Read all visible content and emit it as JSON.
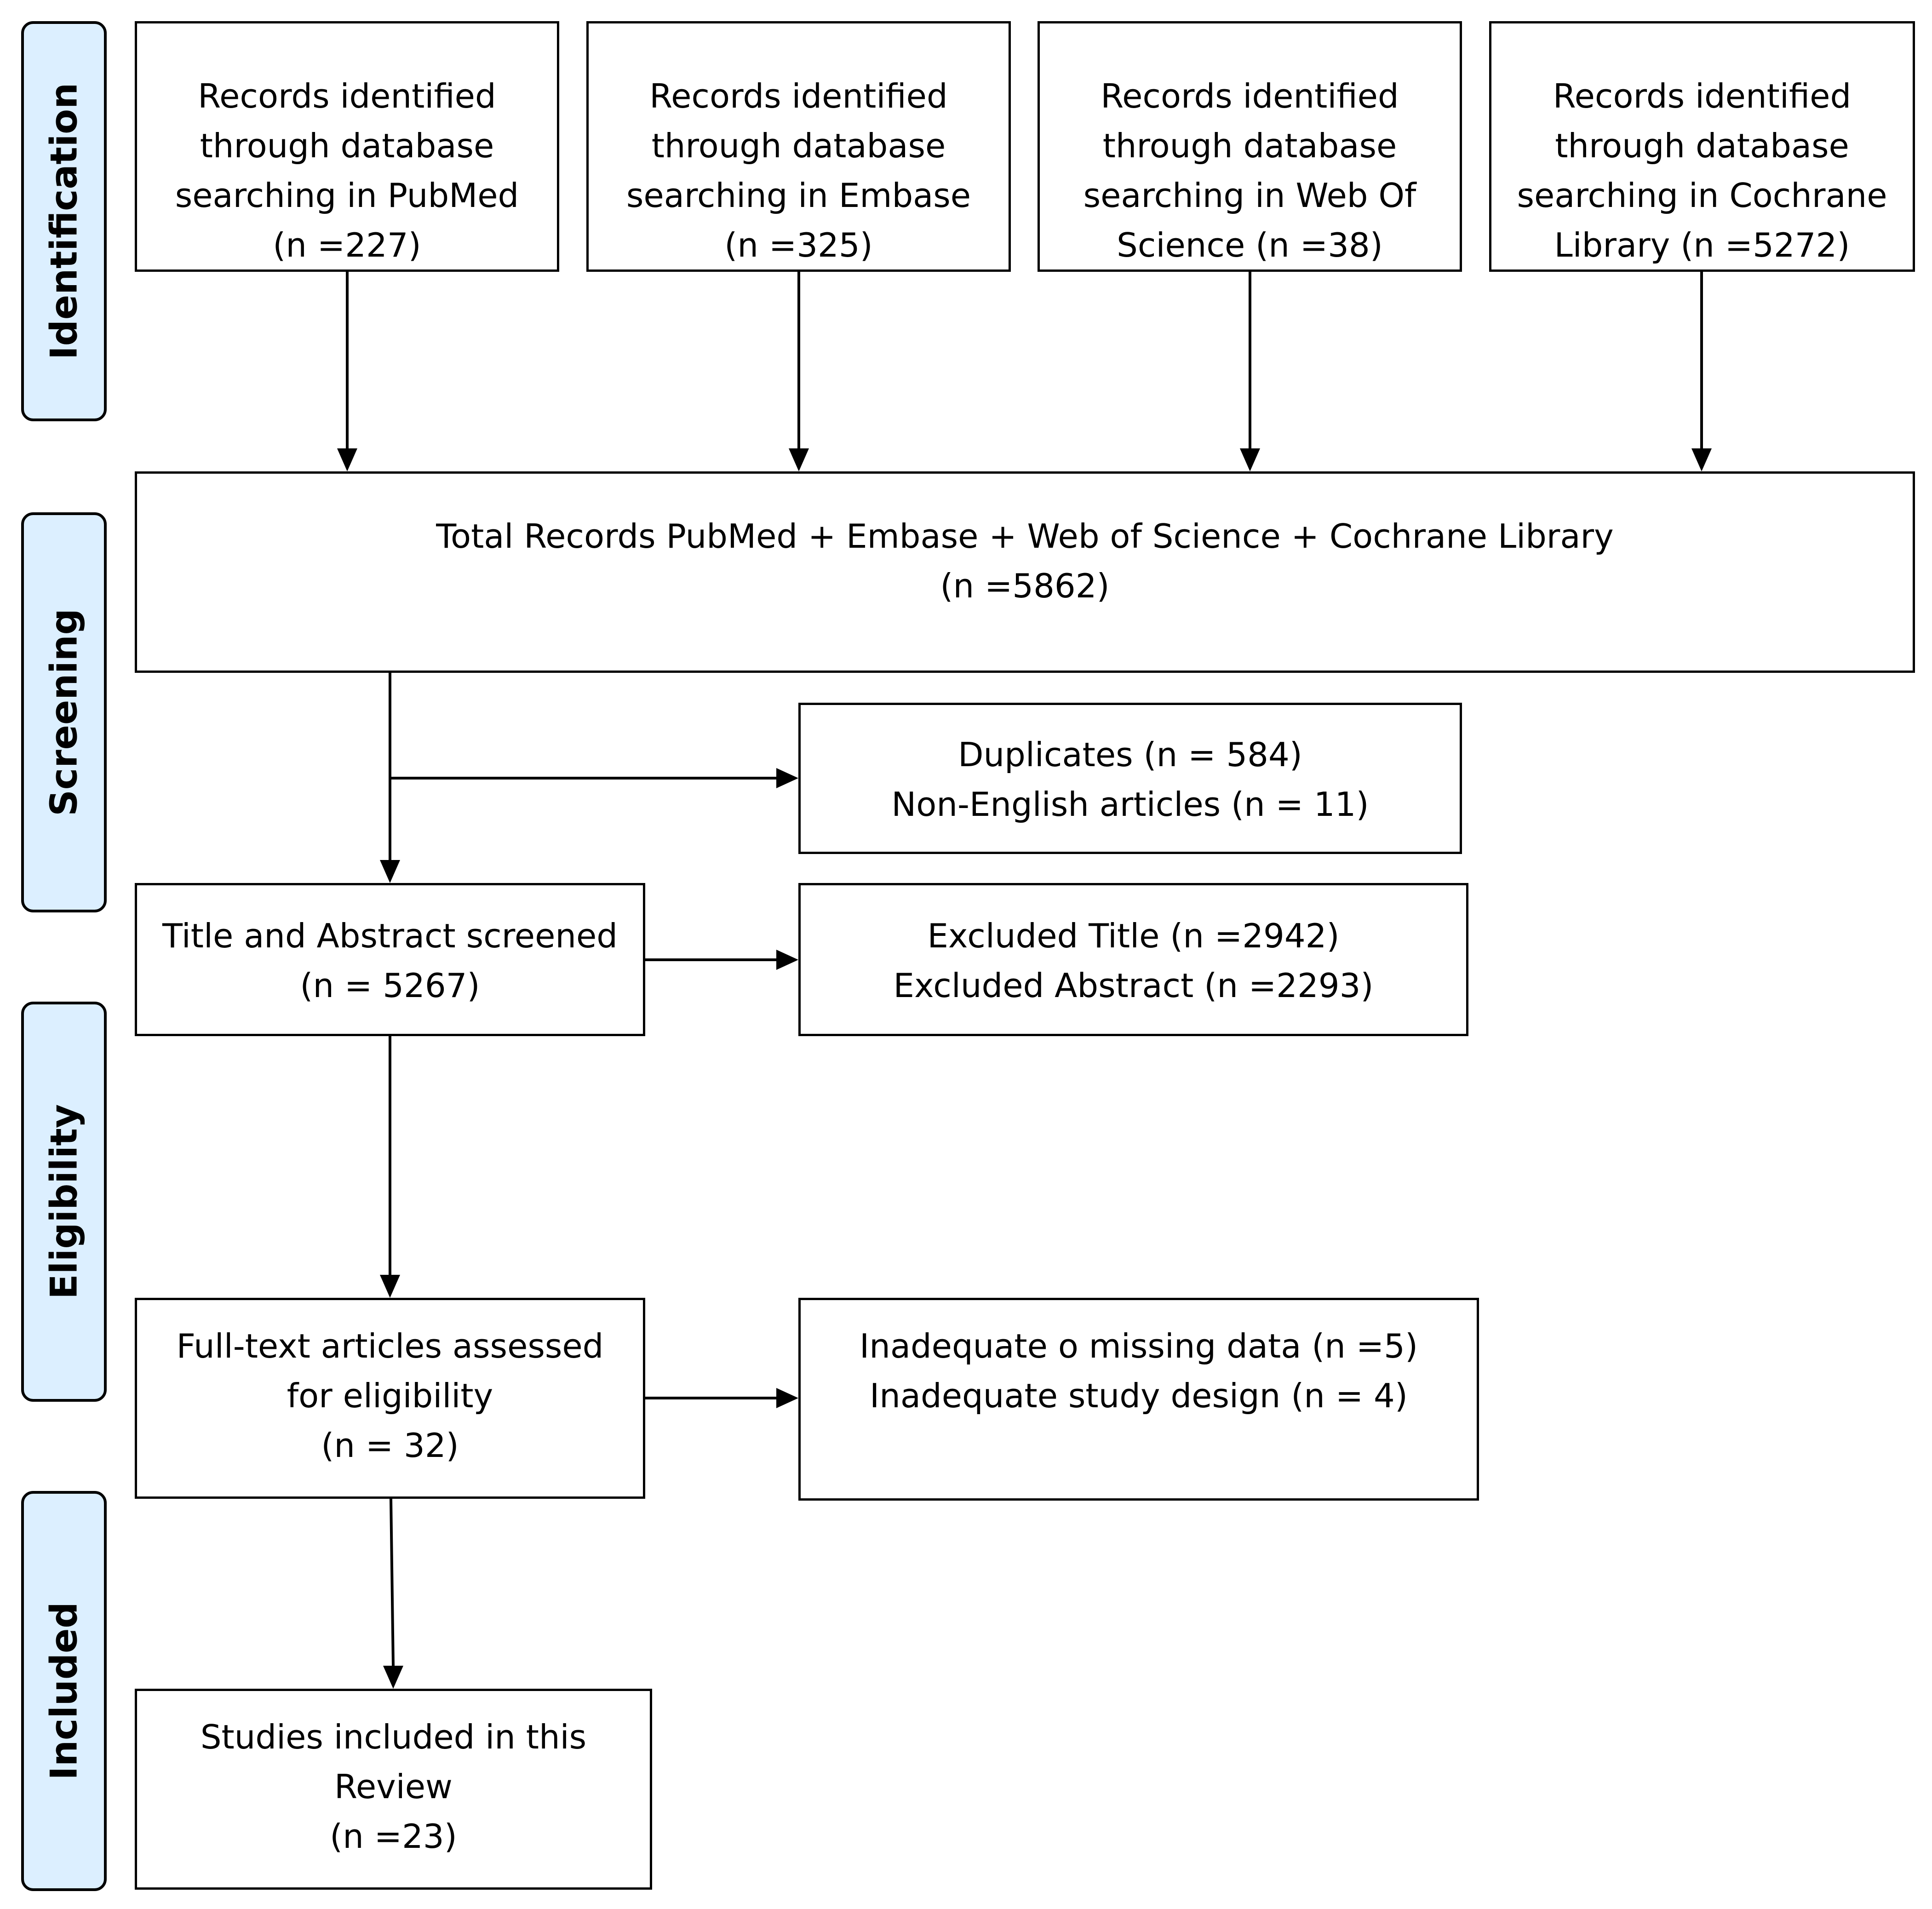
{
  "phases": {
    "identification": "Identification",
    "screening": "Screening",
    "eligibility": "Eligibility",
    "included": "Included"
  },
  "sources": [
    {
      "line1": "Records identified",
      "line2": "through database",
      "line3": "searching in PubMed",
      "line4": "(n =227)"
    },
    {
      "line1": "Records identified",
      "line2": "through database",
      "line3": "searching in Embase",
      "line4": "(n =325)"
    },
    {
      "line1": "Records identified",
      "line2": "through database",
      "line3": "searching in Web Of",
      "line4": "Science (n =38)"
    },
    {
      "line1": "Records identified",
      "line2": "through database",
      "line3": "searching in Cochrane",
      "line4": "Library (n =5272)"
    }
  ],
  "total": {
    "line1": "Total Records PubMed + Embase + Web of Science + Cochrane Library",
    "line2": "(n =5862)"
  },
  "duplicates": {
    "line1": "Duplicates (n = 584)",
    "line2": "Non-English articles (n = 11)"
  },
  "screened": {
    "line1": "Title and Abstract screened",
    "line2": "(n = 5267)"
  },
  "excluded_title_abstract": {
    "line1": "Excluded Title (n =2942)",
    "line2": "Excluded Abstract (n =2293)"
  },
  "fulltext": {
    "line1": "Full-text articles assessed",
    "line2": "for eligibility",
    "line3": "(n = 32)"
  },
  "excluded_fulltext": {
    "line1": "Inadequate o missing data (n =5)",
    "line2": "Inadequate study design (n = 4)"
  },
  "included": {
    "line1": "Studies included in this",
    "line2": "Review",
    "line3": "(n =23)"
  },
  "colors": {
    "phase_fill": "#dcefff",
    "border": "#000000"
  }
}
